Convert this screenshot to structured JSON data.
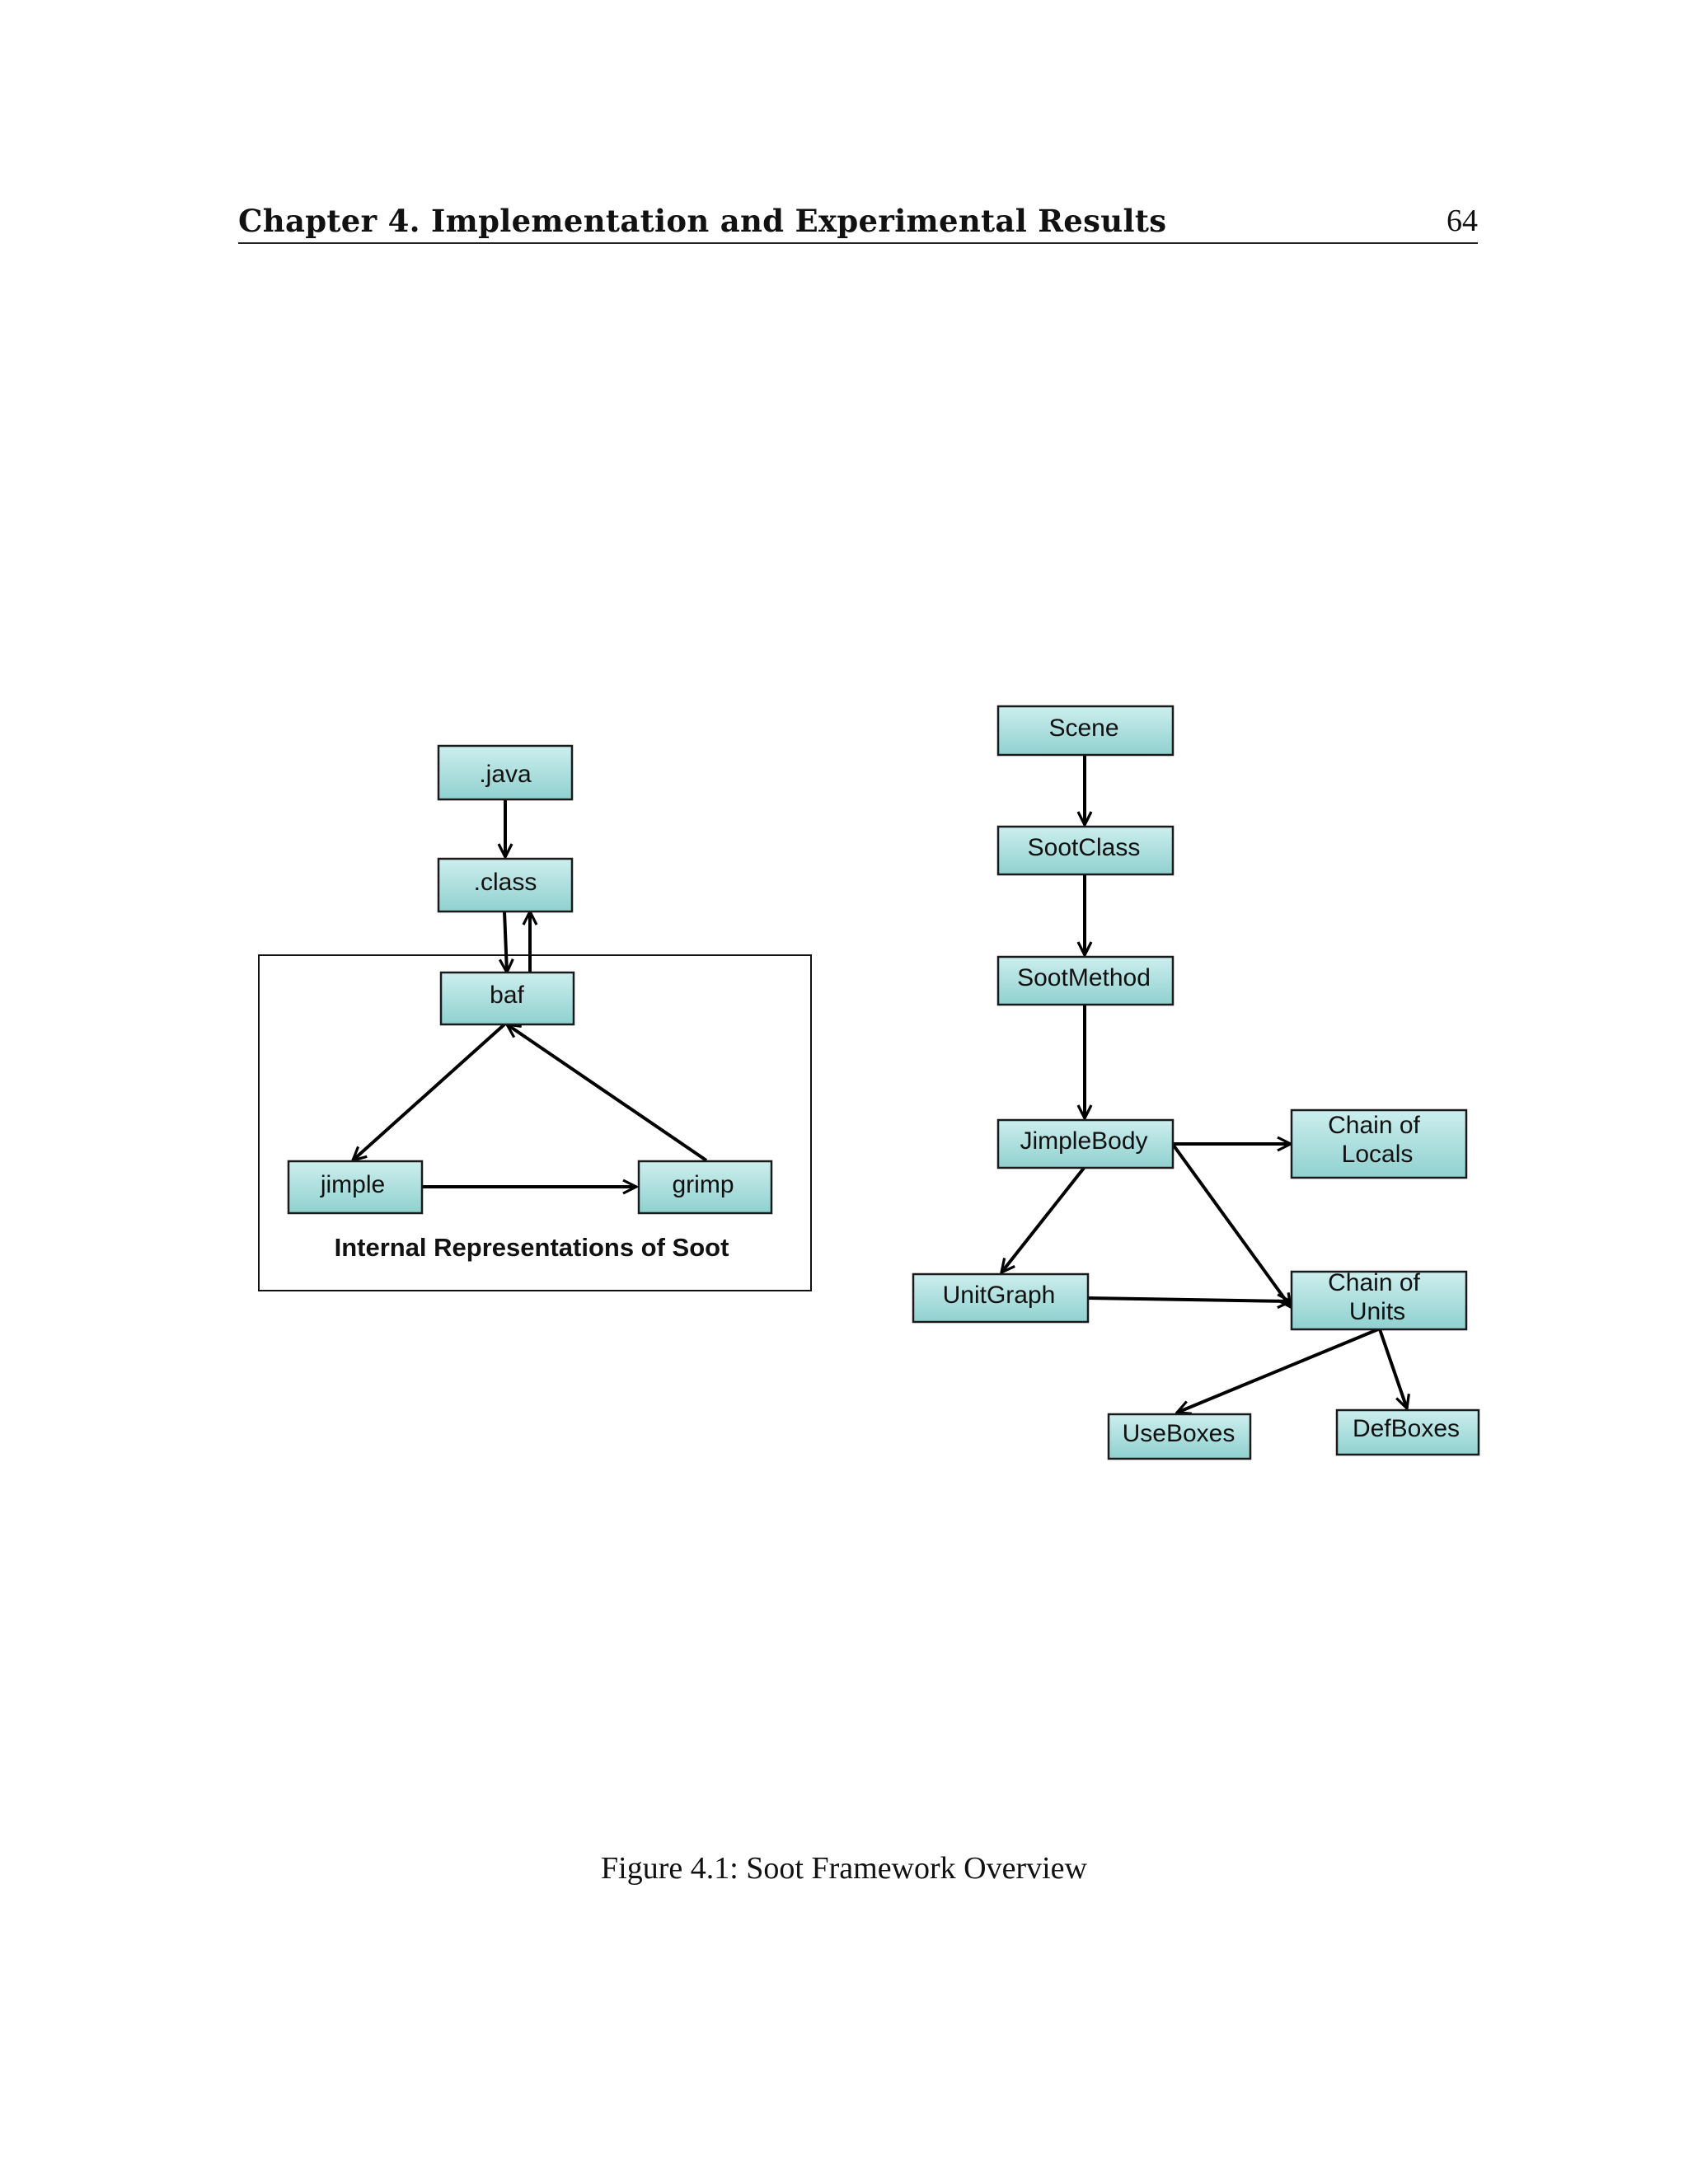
{
  "header": {
    "chapter_title": "Chapter 4.   Implementation and Experimental Results",
    "page_number": "64"
  },
  "figure": {
    "caption": "Figure 4.1: Soot Framework Overview",
    "group_label": "Internal Representations of Soot",
    "colors": {
      "node_fill_top": "#cdeeee",
      "node_fill_bottom": "#8fd1cf",
      "node_stroke": "#1a1a1a",
      "edge": "#000000"
    },
    "nodes": {
      "java": ".java",
      "class": ".class",
      "baf": "baf",
      "jimple": "jimple",
      "grimp": "grimp",
      "scene": "Scene",
      "sootclass": "SootClass",
      "sootmethod": "SootMethod",
      "jimplebody": "JimpleBody",
      "chain_locals": [
        "Chain of",
        "Locals"
      ],
      "unitgraph": "UnitGraph",
      "chain_units": [
        "Chain of",
        "Units"
      ],
      "useboxes": "UseBoxes",
      "defboxes": "DefBoxes"
    }
  }
}
